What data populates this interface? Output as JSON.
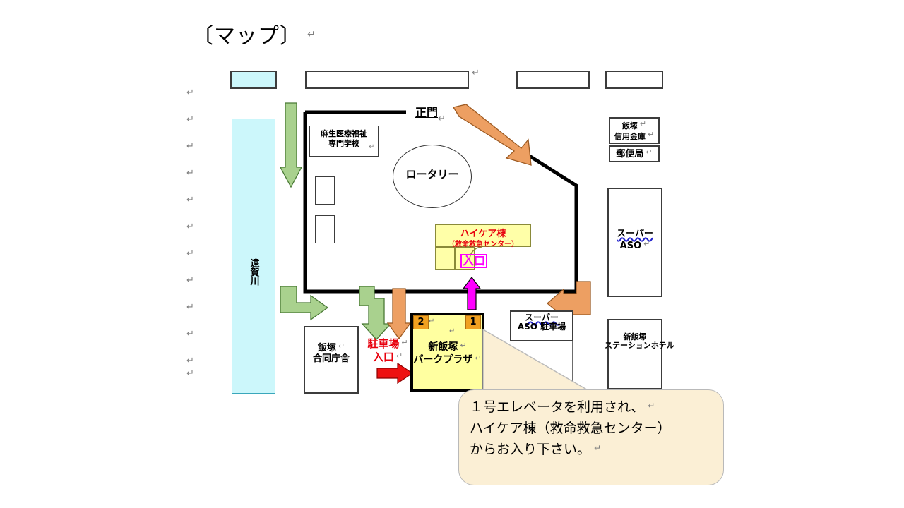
{
  "document": {
    "title": "〔マップ〕",
    "paragraph_mark": "↵",
    "paragraph_marks_left_margin": 12,
    "background_color": "#ffffff"
  },
  "colors": {
    "river_fill": "#ccf7fb",
    "site_outline": "#000000",
    "highcare_fill": "#ffffa8",
    "highcare_text": "#e8000d",
    "entrance_text": "#ff00ff",
    "parking_text": "#e8000d",
    "plaza_fill": "#ffffa0",
    "elevator_marker": "#f0a020",
    "green_arrow": "#a9d18e",
    "orange_arrow": "#ed9f62",
    "red_arrow": "#ee1111",
    "magenta_arrow": "#ff00ff",
    "callout_fill": "#fbefd5",
    "spellcheck_squiggle": "#2222cc"
  },
  "labels": {
    "river": "遠賀川",
    "main_gate": "正門",
    "rotary": "ロータリー",
    "aso_school": [
      "麻生医療福祉",
      "専門学校"
    ],
    "highcare_line1": "ハイケア棟",
    "highcare_line2": "（救命救急センター）",
    "entrance": "入口",
    "parking_entrance": [
      "駐車場",
      "入口"
    ],
    "plaza": [
      "新飯塚",
      "パークプラザ"
    ],
    "elevator_1": "1",
    "elevator_2": "2",
    "iizuka_shinkin": [
      "飯塚",
      "信用金庫"
    ],
    "post_office": "郵便局",
    "super_aso": [
      "スーパー",
      "ASO"
    ],
    "super_aso_parking": [
      "スーパー",
      "ASO 駐車場"
    ],
    "iizuka_godo": [
      "飯塚",
      "合同庁舎"
    ],
    "station_hotel": [
      "新飯塚",
      "ステーションホテル"
    ]
  },
  "callout": {
    "lines": [
      "１号エレベータを利用され、",
      "ハイケア棟（救命救急センター）",
      "からお入り下さい。"
    ],
    "paragraph_mark": "↵"
  },
  "top_strip_boxes": [
    {
      "fill": "#ccf7fb",
      "label": ""
    },
    {
      "fill": "#ffffff",
      "label": ""
    },
    {
      "fill": "#ffffff",
      "label": ""
    },
    {
      "fill": "#ffffff",
      "label": ""
    }
  ],
  "arrows": [
    {
      "name": "green-down-arrow-north",
      "color": "#a9d18e",
      "direction": "down"
    },
    {
      "name": "green-elbow-arrow-southwest",
      "color": "#a9d18e",
      "direction": "down-then-right"
    },
    {
      "name": "green-elbow-arrow-parking",
      "color": "#a9d18e",
      "direction": "down"
    },
    {
      "name": "orange-diagonal-arrow-main-gate",
      "color": "#ed9f62",
      "direction": "down-right"
    },
    {
      "name": "orange-elbow-arrow-east",
      "color": "#ed9f62",
      "direction": "left"
    },
    {
      "name": "orange-down-arrow-parking",
      "color": "#ed9f62",
      "direction": "down"
    },
    {
      "name": "red-right-arrow-parking-entrance",
      "color": "#ee1111",
      "direction": "right"
    },
    {
      "name": "magenta-up-arrow-entrance",
      "color": "#ff00ff",
      "direction": "up"
    }
  ]
}
